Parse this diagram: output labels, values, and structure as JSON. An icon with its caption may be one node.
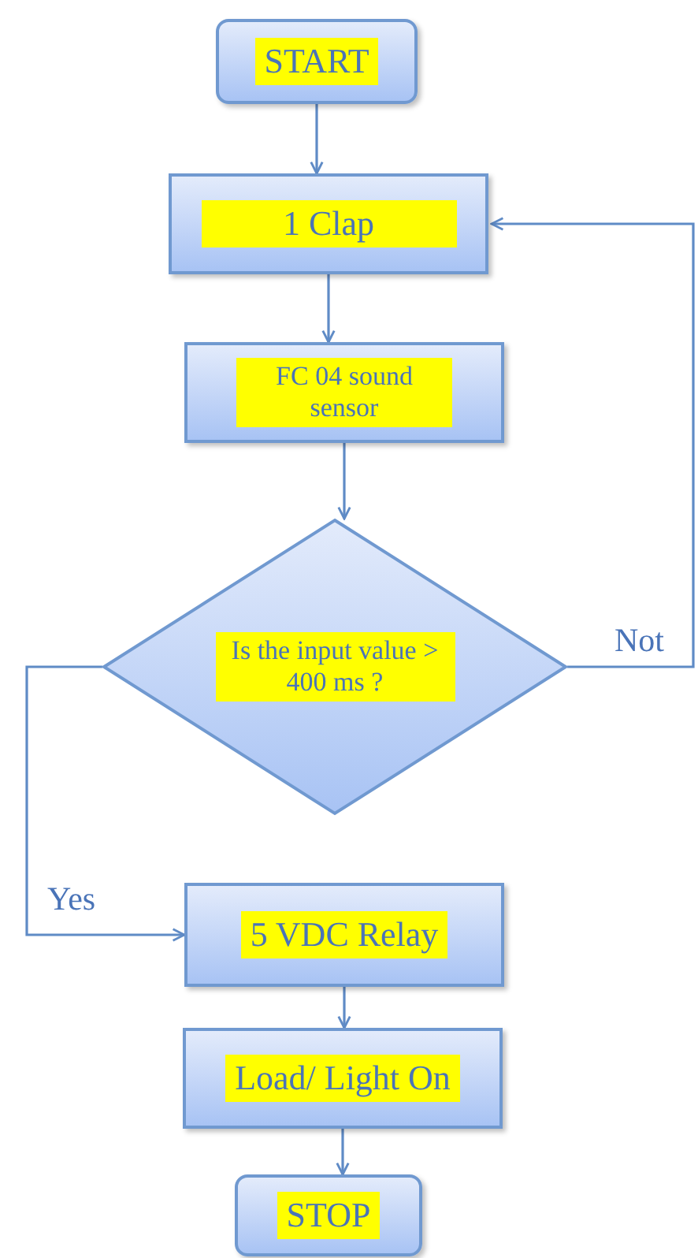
{
  "diagram": {
    "nodes": [
      {
        "text": [
          "START"
        ]
      },
      {
        "text": [
          "1 Clap"
        ]
      },
      {
        "text": [
          "FC 04 sound sensor"
        ]
      },
      {
        "text": [
          "Is the input value > 400 ms ?"
        ]
      },
      {
        "text": [
          "5 VDC Relay"
        ]
      },
      {
        "text": [
          "Load/ Light On"
        ]
      },
      {
        "text": [
          "STOP"
        ]
      }
    ],
    "edges": [
      {
        "from": 0,
        "to": 1,
        "arrow": "to"
      },
      {
        "from": 1,
        "to": 2,
        "arrow": "to"
      },
      {
        "from": 2,
        "to": 3,
        "arrow": "to"
      },
      {
        "from": 3,
        "to": 4,
        "arrow": "to",
        "label": "Yes"
      },
      {
        "from": 3,
        "to": 1,
        "arrow": "to",
        "label": "Not"
      },
      {
        "from": 4,
        "to": 5,
        "arrow": "to"
      },
      {
        "from": 5,
        "to": 6,
        "arrow": "to"
      }
    ]
  }
}
